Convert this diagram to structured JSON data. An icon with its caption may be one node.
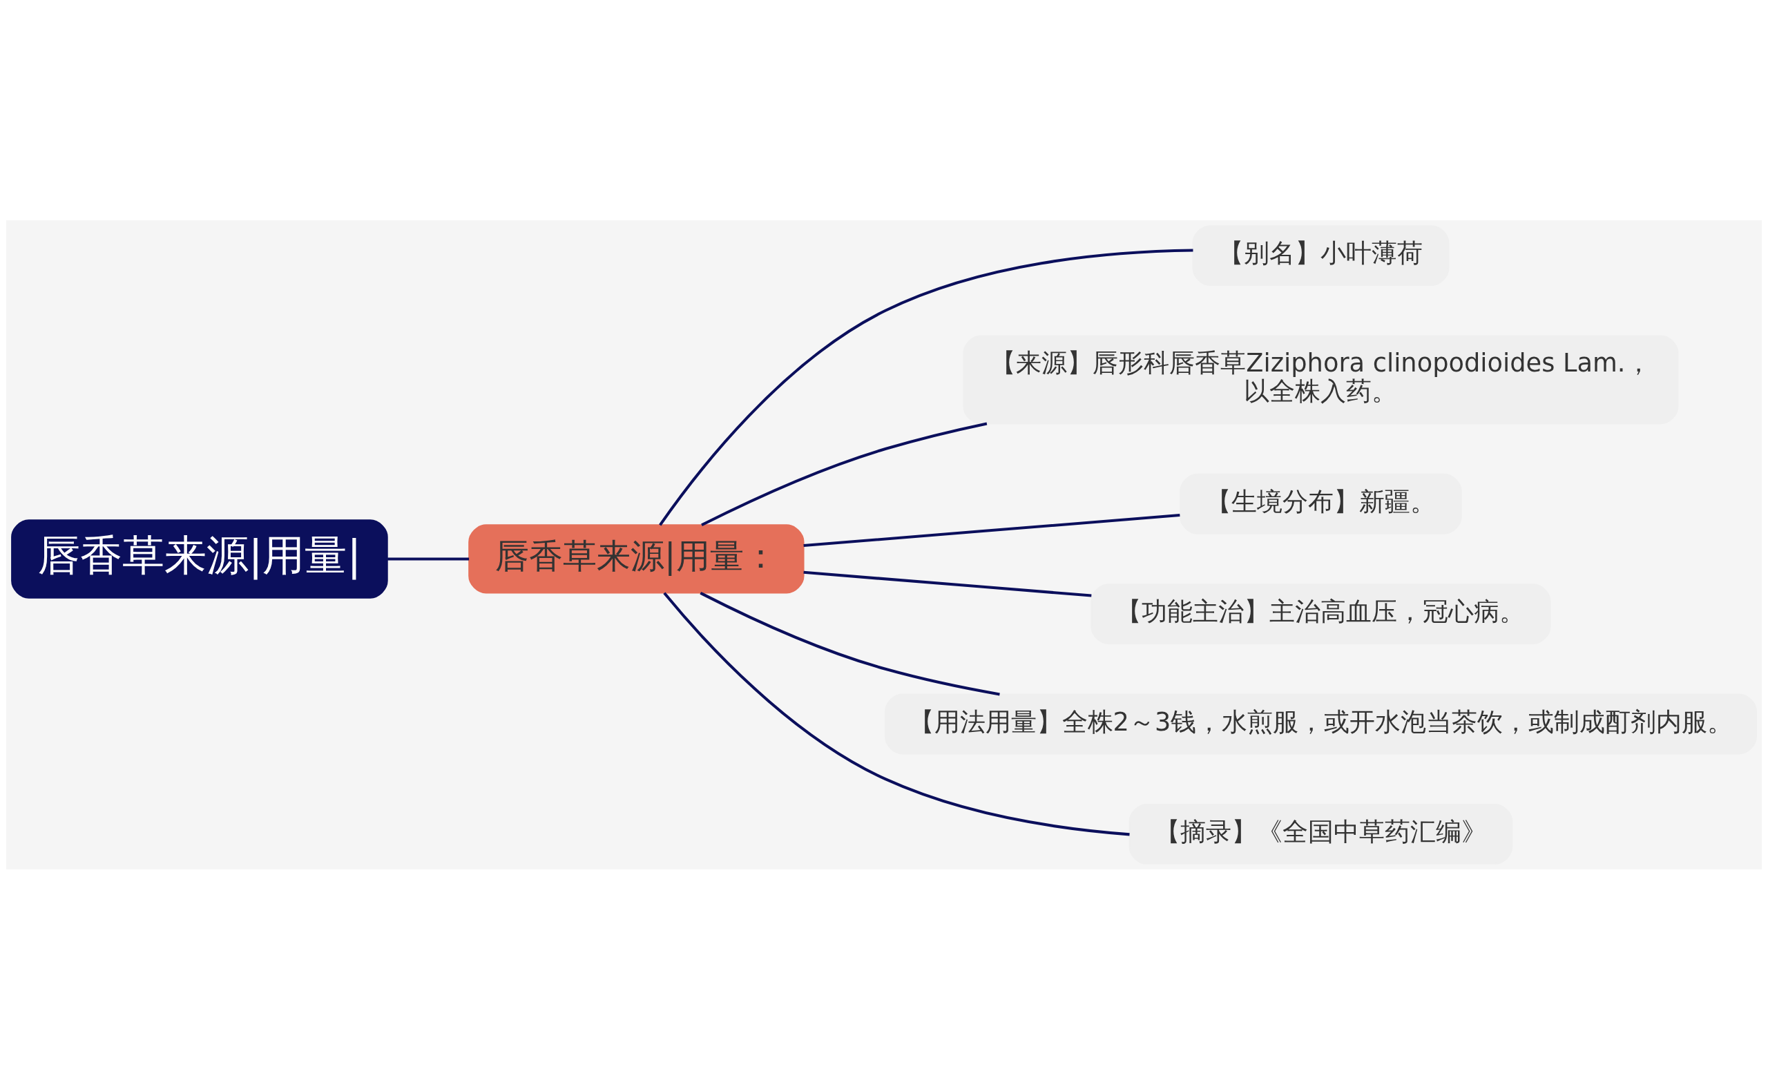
{
  "diagram": {
    "nodes": [
      {
        "text": [
          "唇香草来源|用量|"
        ]
      },
      {
        "text": [
          "唇香草来源|用量："
        ]
      },
      {
        "text": [
          "【别名】小叶薄荷"
        ]
      },
      {
        "text": [
          "【来源】唇形科唇香草Ziziphora clinopodioides Lam.，以全株入药。"
        ]
      },
      {
        "text": [
          "【生境分布】新疆。"
        ]
      },
      {
        "text": [
          "【功能主治】主治高血压，冠心病。"
        ]
      },
      {
        "text": [
          "【用法用量】全株2～3钱，水煎服，或开水泡当茶饮，或制成酊剂内服。"
        ]
      },
      {
        "text": [
          "【摘录】《全国中草药汇编》"
        ]
      }
    ],
    "edges": [
      {
        "from": 0,
        "to": 1,
        "arrow": "none"
      },
      {
        "from": 1,
        "to": 2,
        "arrow": "none"
      },
      {
        "from": 1,
        "to": 3,
        "arrow": "none"
      },
      {
        "from": 1,
        "to": 4,
        "arrow": "none"
      },
      {
        "from": 1,
        "to": 5,
        "arrow": "none"
      },
      {
        "from": 1,
        "to": 6,
        "arrow": "none"
      },
      {
        "from": 1,
        "to": 7,
        "arrow": "none"
      }
    ]
  }
}
